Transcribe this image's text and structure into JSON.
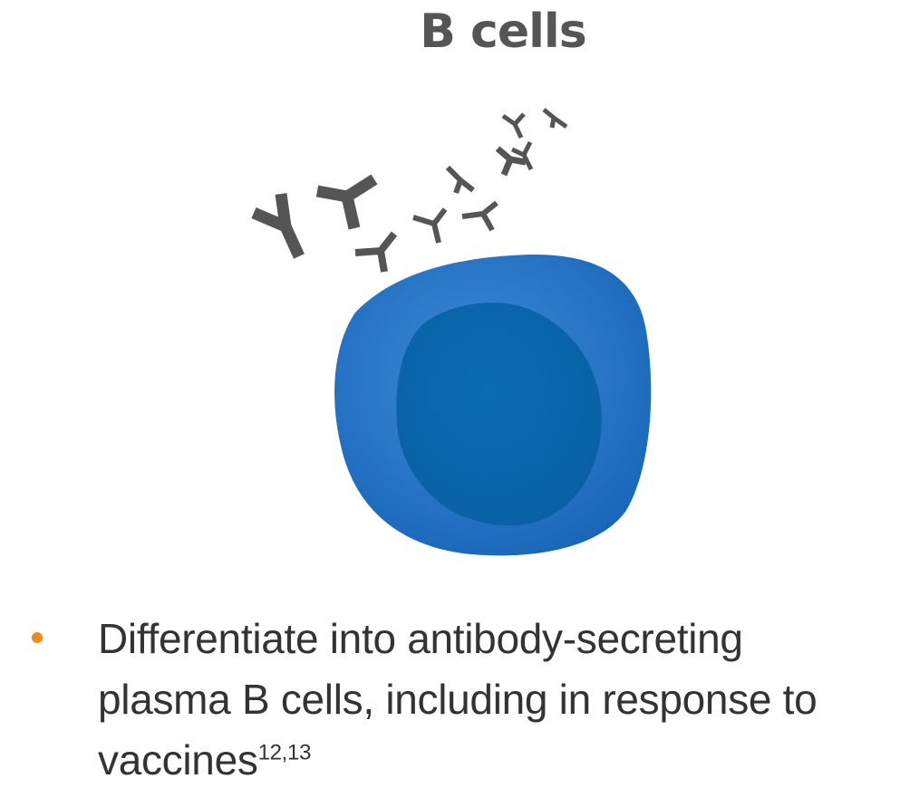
{
  "title": "B cells",
  "bullets": [
    {
      "text": "Differentiate into antibody-secreting plasma B cells, including in response to vaccines",
      "superscript": "12,13"
    }
  ],
  "colors": {
    "title": "#555555",
    "text": "#333333",
    "bullet": "#f08a1c",
    "cell_outer": "#1a6cbf",
    "cell_inner": "#0a64ab",
    "antibody": "#555555"
  },
  "icons": {
    "antibody": "y-shaped-antibody-icon",
    "cell": "b-cell-icon"
  }
}
